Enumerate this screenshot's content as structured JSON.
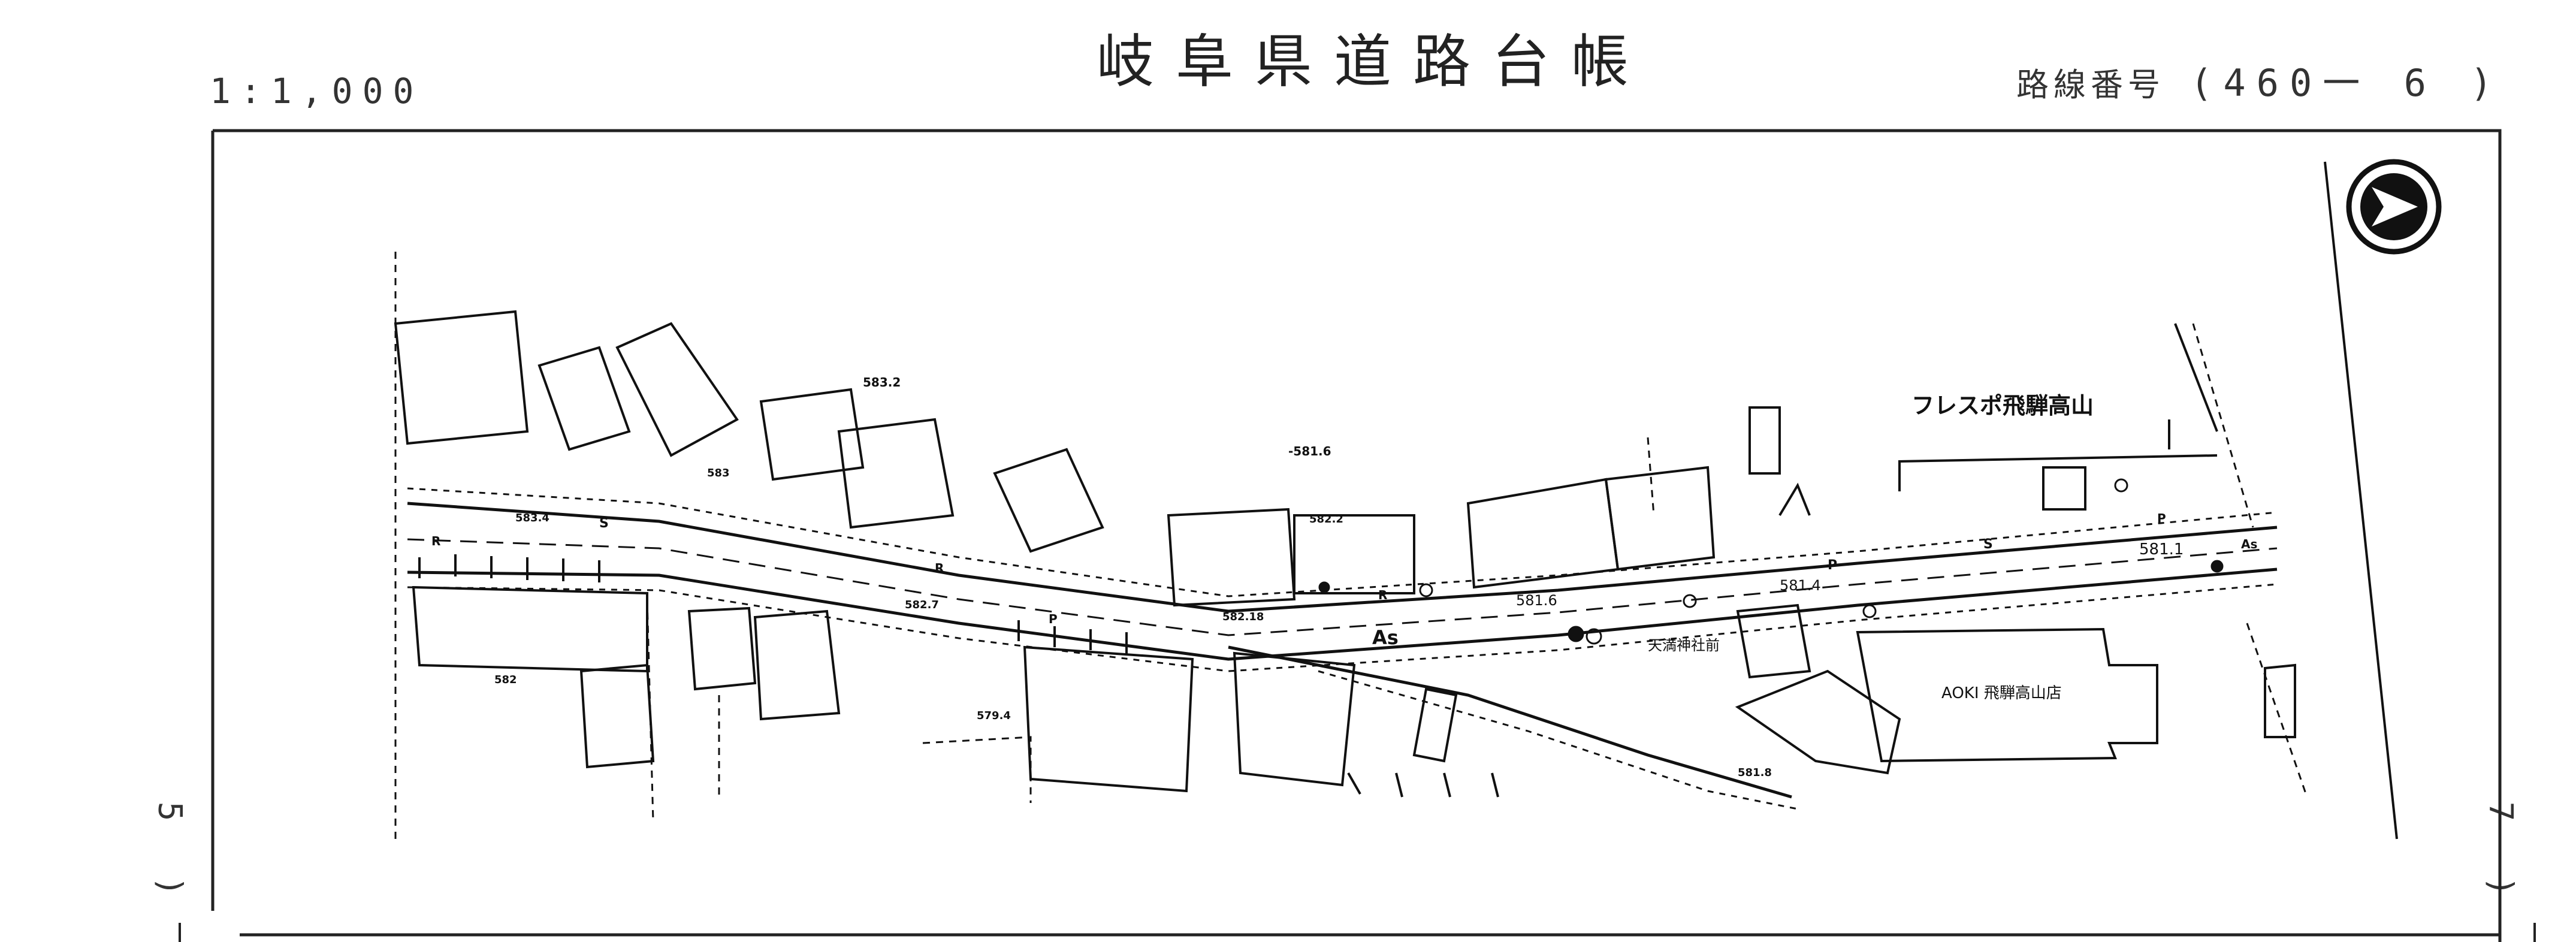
{
  "header": {
    "title": "岐阜県道路台帳",
    "scale": "1:1,000",
    "route_label": "路線番号",
    "route_value": "(460一 6 )"
  },
  "margin": {
    "left_page": "5 )",
    "right_page": "7 )"
  },
  "map": {
    "landmarks": {
      "fresupo": "フレスポ飛騨高山",
      "aoki": "AOKI 飛騨高山店",
      "shrine": "天満神社前"
    },
    "elevations": [
      "583.2",
      "-581.6",
      "583",
      "583.4",
      "582",
      "582.7",
      "582.2",
      "582.18",
      "579.4",
      "581.6",
      "581.4",
      "581.1",
      "581.8"
    ],
    "road_marks": {
      "pavement": "As",
      "sidewalk": "S",
      "parking": "P",
      "curb": "R"
    },
    "north_arrow": "north-arrow-icon"
  },
  "colors": {
    "ink": "#111111",
    "paper": "#ffffff",
    "frame": "#222222"
  }
}
